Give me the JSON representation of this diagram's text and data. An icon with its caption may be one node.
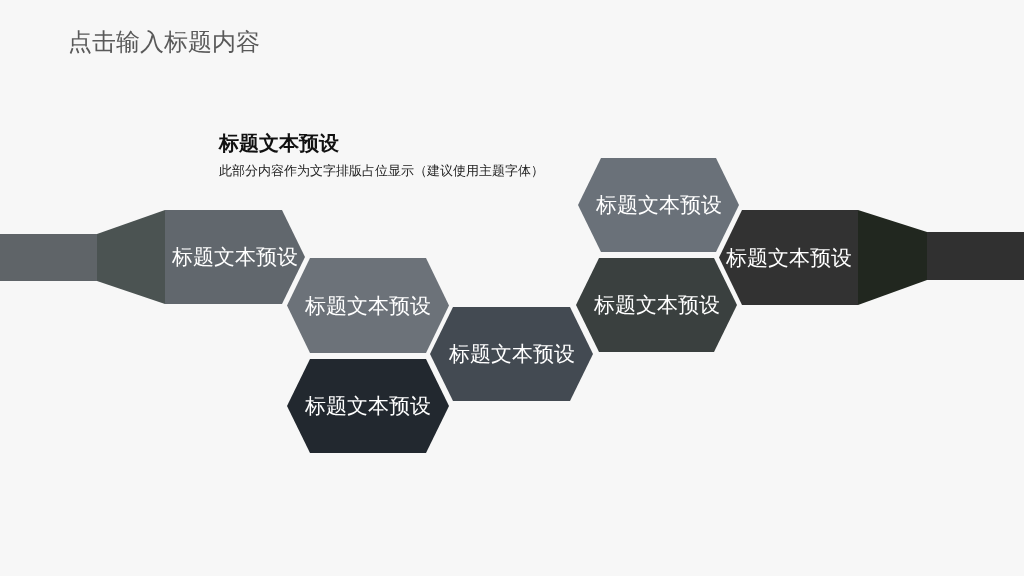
{
  "diagram": {
    "title": "点击输入标题内容",
    "nodes": [
      {
        "text": [
          "标题文本预设"
        ]
      },
      {
        "text": [
          "标题文本预设"
        ]
      },
      {
        "text": [
          "标题文本预设"
        ]
      },
      {
        "text": [
          "标题文本预设"
        ]
      },
      {
        "text": [
          "标题文本预设"
        ]
      },
      {
        "text": [
          "标题文本预设"
        ]
      },
      {
        "text": [
          "标题文本预设"
        ]
      }
    ],
    "labels": [
      "标题文本预设",
      "此部分内容作为文字排版占位显示（建议使用主题字体）"
    ]
  }
}
